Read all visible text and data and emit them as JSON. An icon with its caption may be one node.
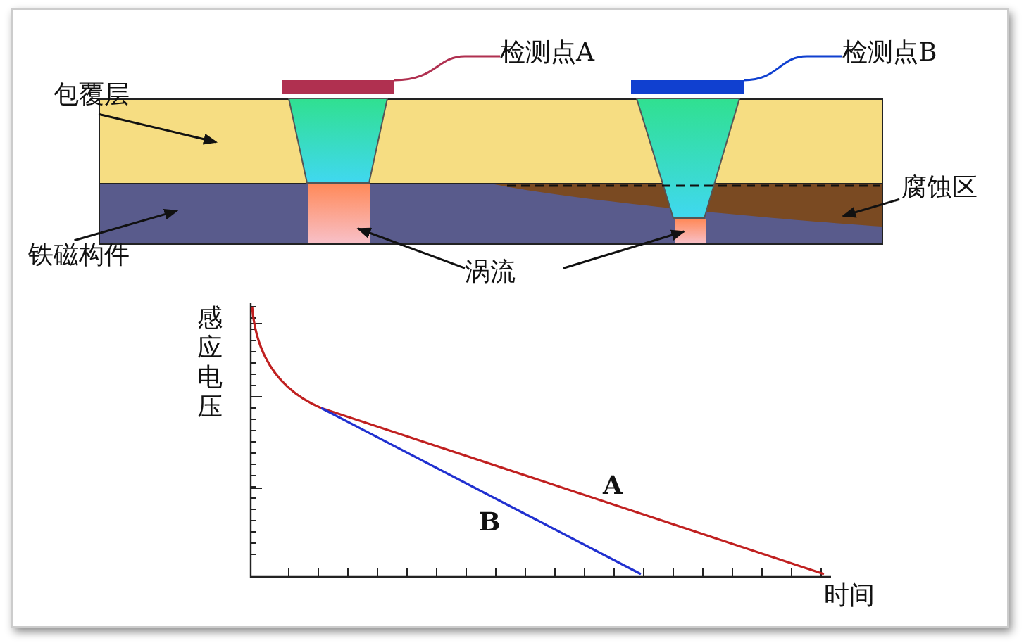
{
  "diagram": {
    "nodes": [
      {
        "text": [
          "包覆层"
        ]
      },
      {
        "text": [],
        "shape": "band"
      },
      {
        "text": [
          "铁磁构件"
        ]
      },
      {
        "text": [],
        "shape": "band"
      },
      {
        "text": [
          "腐蚀区"
        ]
      },
      {
        "text": [],
        "shape": "band",
        "in": 3
      },
      {
        "text": [
          "涡流"
        ]
      },
      {
        "text": [],
        "shape": "box",
        "in": 3
      },
      {
        "text": [],
        "shape": "box",
        "in": 3
      },
      {
        "text": [
          "检测点A"
        ]
      },
      {
        "text": [],
        "shape": "bar"
      },
      {
        "text": [
          "检测点B"
        ]
      },
      {
        "text": [],
        "shape": "bar"
      }
    ],
    "edges": [
      {
        "from": 0,
        "to": 1,
        "arrow": "to"
      },
      {
        "from": 2,
        "to": 3,
        "arrow": "to"
      },
      {
        "from": 4,
        "to": 5,
        "arrow": "to"
      },
      {
        "from": 6,
        "to": 7,
        "arrow": "to"
      },
      {
        "from": 6,
        "to": 8,
        "arrow": "to"
      },
      {
        "from": 9,
        "to": 10,
        "arrow": "none",
        "color": "#b03050"
      },
      {
        "from": 11,
        "to": 12,
        "arrow": "none",
        "color": "#1040d0"
      }
    ],
    "labels": [
      "感应电压",
      "A",
      "B",
      "时间"
    ]
  }
}
